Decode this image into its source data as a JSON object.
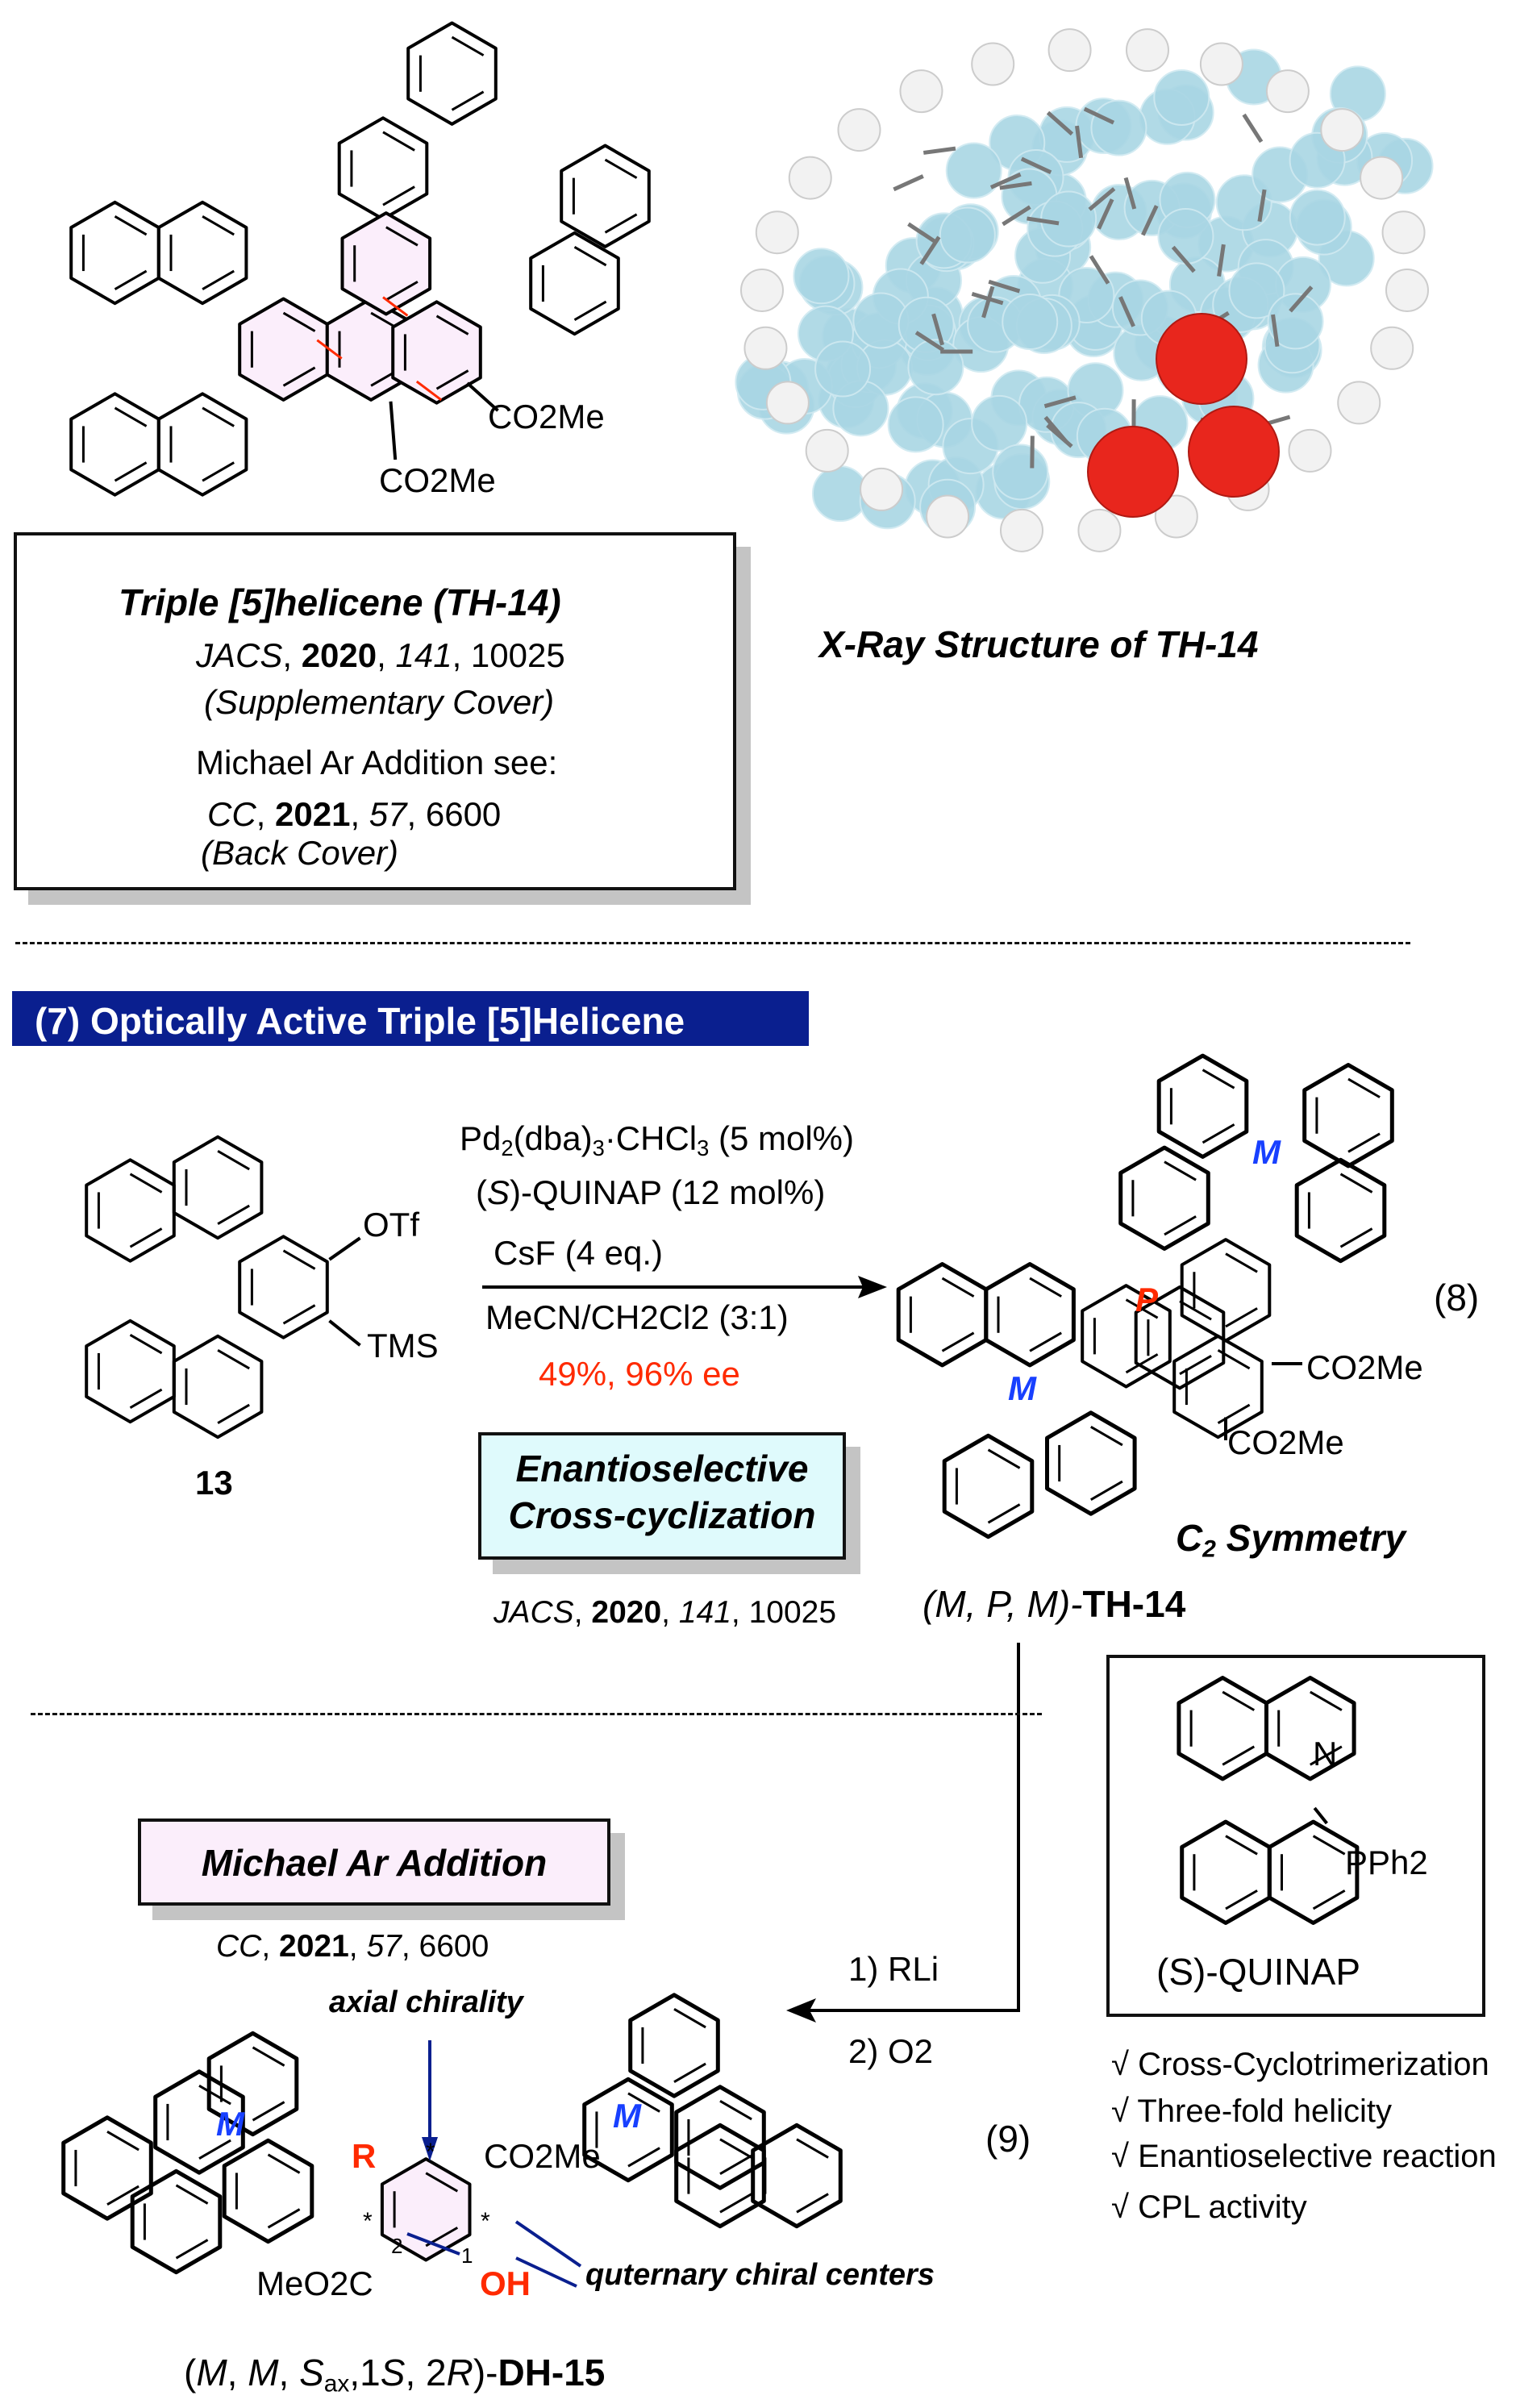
{
  "top": {
    "th14_substituent_1": "CO2Me",
    "th14_substituent_2": "CO2Me",
    "info_box": {
      "title": "Triple [5]helicene (TH-14)",
      "ref1": {
        "journal": "JACS",
        "year": "2020",
        "volume": "141",
        "page": "10025"
      },
      "ref1_note": "(Supplementary Cover)",
      "see_label": "Michael Ar Addition see:",
      "ref2": {
        "journal": "CC",
        "year": "2021",
        "volume": "57",
        "page": "6600"
      },
      "ref2_note": "(Back Cover)"
    },
    "xray_caption": "X-Ray Structure of TH-14"
  },
  "section7": {
    "banner": "(7)  Optically Active Triple [5]Helicene",
    "banner_color": "#0a1f8f",
    "sm_label": "13",
    "sm_otf": "OTf",
    "sm_tms": "TMS",
    "conditions": [
      "Pd2(dba)3·CHCl3 (5 mol%)",
      "(S)-QUINAP (12 mol%)",
      "CsF (4 eq.)",
      "MeCN/CH2Cl2 (3:1)"
    ],
    "yield": "49%, 96% ee",
    "yield_color": "#ff2a00",
    "highlight_box": [
      "Enantioselective",
      "Cross-cyclization"
    ],
    "ref": {
      "journal": "JACS",
      "year": "2020",
      "volume": "141",
      "page": "10025"
    },
    "eq_number": "(8)",
    "product_labels": {
      "m1": "M",
      "p": "P",
      "m2": "M",
      "ester1": "CO2Me",
      "ester2": "CO2Me"
    },
    "symmetry": "C2 Symmetry",
    "product_name": {
      "stereo": "(M, P, M)-",
      "name": "TH-14"
    }
  },
  "section9": {
    "step1": "1) RLi",
    "step2": "2) O2",
    "eq_number": "(9)",
    "quinap_label": "(S)-QUINAP",
    "quinap_n": "N",
    "quinap_pph2": "PPh2",
    "checklist": [
      "√ Cross-Cyclotrimerization",
      "√ Three-fold helicity",
      "√ Enantioselective reaction",
      "√ CPL activity"
    ],
    "michael_box": "Michael Ar Addition",
    "ref": {
      "journal": "CC",
      "year": "2021",
      "volume": "57",
      "page": "6600"
    },
    "axial_label": "axial chirality",
    "quaternary_label": "quternary chiral centers",
    "labels": {
      "m1": "M",
      "m2": "M",
      "r": "R",
      "ester_top": "CO2Me",
      "ester_bottom": "MeO2C",
      "oh": "OH",
      "c1": "1",
      "c2": "2",
      "star": "*"
    },
    "product_name": {
      "open": "(",
      "m1": "M",
      "sep1": ", ",
      "m2": "M",
      "sep2": ", ",
      "s": "S",
      "ax": "ax",
      "sep3": ",",
      "one": "1",
      "s2": "S",
      "sep4": ", 2",
      "r": "R",
      "close": ")-",
      "name": "DH-15"
    }
  }
}
